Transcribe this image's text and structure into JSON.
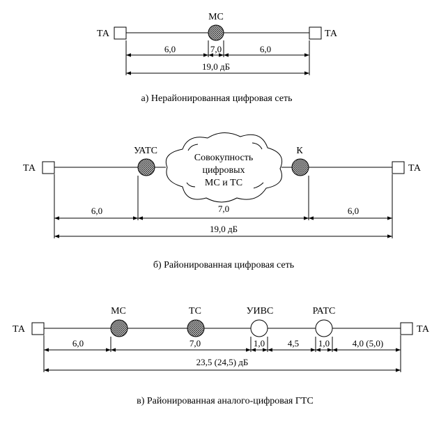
{
  "diagram_a": {
    "terminal_left": "ТА",
    "terminal_right": "ТА",
    "node": "МС",
    "dims": [
      "6,0",
      "7,0",
      "6,0"
    ],
    "total": "19,0 дБ",
    "caption": "а) Нерайонированная цифровая сеть"
  },
  "diagram_b": {
    "terminal_left": "ТА",
    "terminal_right": "ТА",
    "node_left": "УАТС",
    "node_right": "К",
    "cloud_lines": [
      "Совокупность",
      "цифровых",
      "МС и ТС"
    ],
    "dims": [
      "6,0",
      "7,0",
      "6,0"
    ],
    "total": "19,0 дБ",
    "caption": "б) Районированная цифровая сеть"
  },
  "diagram_c": {
    "terminal_left": "ТА",
    "terminal_right": "ТА",
    "nodes": [
      "МС",
      "ТС",
      "УИВС",
      "РАТС"
    ],
    "dims": [
      "6,0",
      "7,0",
      "1,0",
      "4,5",
      "1,0",
      "4,0 (5,0)"
    ],
    "total": "23,5 (24,5) дБ",
    "caption": "в) Районированная аналого-цифровая ГТС"
  }
}
